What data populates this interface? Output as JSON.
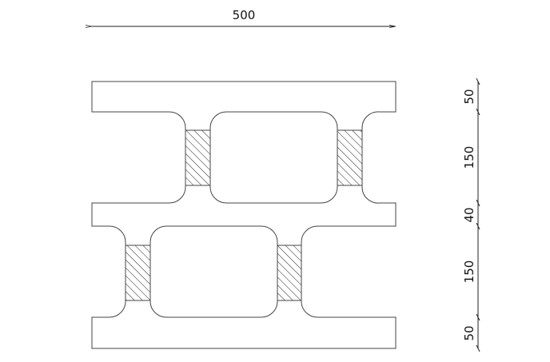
{
  "drawing": {
    "width_dimension": "500",
    "height_dimensions": [
      "50",
      "150",
      "40",
      "150",
      "50"
    ]
  },
  "colors": {
    "stroke": "#333333",
    "background": "#ffffff"
  }
}
